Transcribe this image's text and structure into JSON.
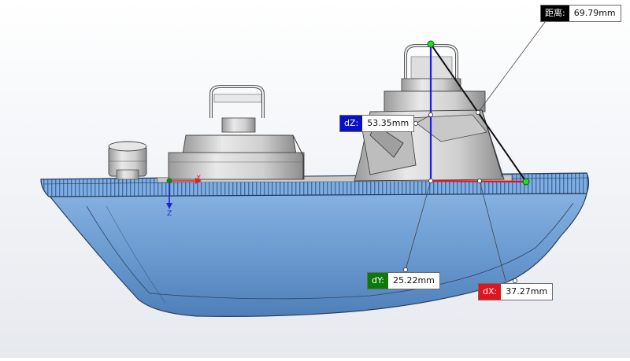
{
  "measurements": {
    "distance": {
      "label": "距离:",
      "value": "69.79mm",
      "color": "#000000"
    },
    "dz": {
      "label": "dZ:",
      "value": "53.35mm",
      "color": "#0a10c8"
    },
    "dy": {
      "label": "dY:",
      "value": "25.22mm",
      "color": "#0b7a0b"
    },
    "dx": {
      "label": "dX:",
      "value": "37.27mm",
      "color": "#e0141e"
    }
  },
  "triad": {
    "x_label": "X",
    "z_label": "Z"
  },
  "colors": {
    "hull": "#6f9fd3",
    "rim": "#7ea9dc",
    "deck_parts": "#d2d2d2"
  }
}
